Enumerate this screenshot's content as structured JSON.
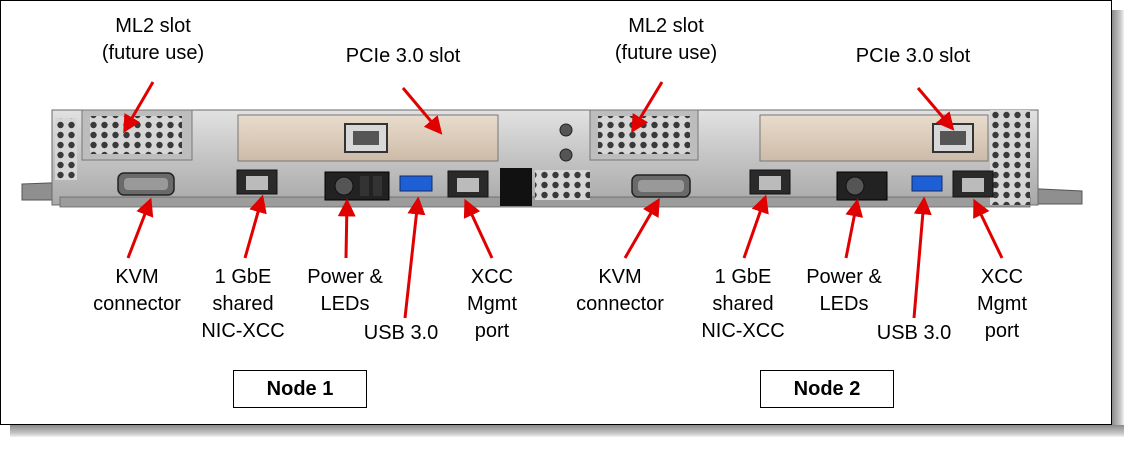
{
  "nodes": [
    {
      "name": "Node 1",
      "top_labels": {
        "ml2": [
          "ML2 slot",
          "(future use)"
        ],
        "pcie": [
          "PCIe 3.0 slot"
        ]
      },
      "bottom_labels": {
        "kvm": [
          "KVM",
          "connector"
        ],
        "nic": [
          "1 GbE",
          "shared",
          "NIC-XCC"
        ],
        "power": [
          "Power &",
          "LEDs"
        ],
        "usb": [
          "USB 3.0"
        ],
        "xcc": [
          "XCC",
          "Mgmt",
          "port"
        ]
      }
    },
    {
      "name": "Node 2",
      "top_labels": {
        "ml2": [
          "ML2 slot",
          "(future use)"
        ],
        "pcie": [
          "PCIe 3.0 slot"
        ]
      },
      "bottom_labels": {
        "kvm": [
          "KVM",
          "connector"
        ],
        "nic": [
          "1 GbE",
          "shared",
          "NIC-XCC"
        ],
        "power": [
          "Power &",
          "LEDs"
        ],
        "usb": [
          "USB 3.0"
        ],
        "xcc": [
          "XCC",
          "Mgmt",
          "port"
        ]
      }
    }
  ],
  "colors": {
    "arrow": "#e00000",
    "chassis": "#c9c9c9",
    "chassis_dark": "#3a3a3a",
    "usb_port": "#1f5fd6"
  },
  "icons": [
    "grille-vent",
    "pcie-bracket",
    "kvm-db-connector",
    "rj45-port",
    "usb-port",
    "power-button"
  ]
}
